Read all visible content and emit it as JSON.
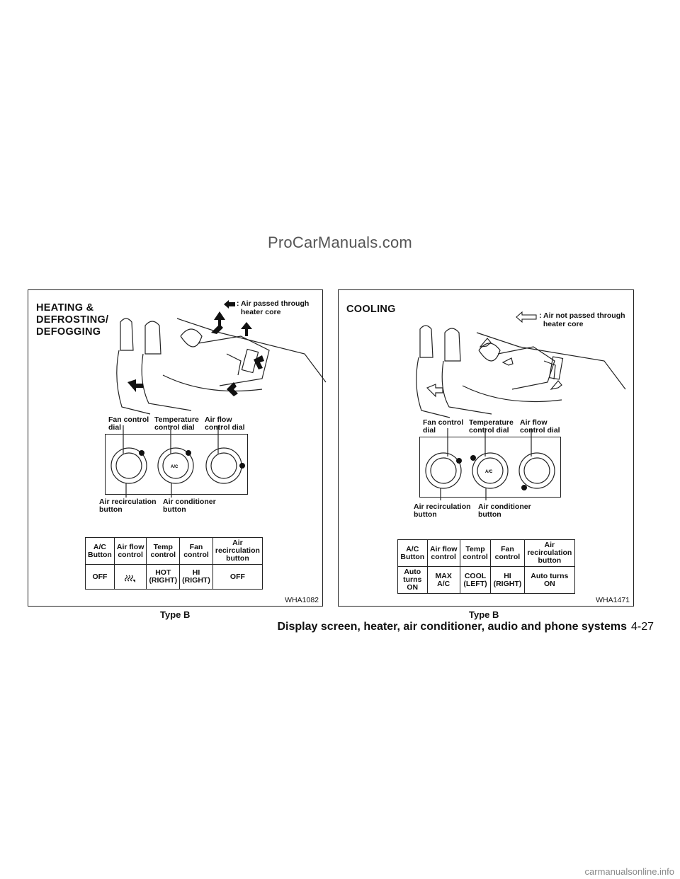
{
  "watermark_top": "ProCarManuals.com",
  "watermark_bottom": "carmanualsonline.info",
  "left": {
    "title": "HEATING &\nDEFROSTING/\nDEFOGGING",
    "legend": ": Air passed through\n  heater core",
    "callouts": {
      "fan": "Fan control\ndial",
      "temp": "Temperature\ncontrol dial",
      "airflow": "Air flow\ncontrol dial",
      "recirc": "Air recirculation\nbutton",
      "ac": "Air conditioner\nbutton"
    },
    "dial_label": "A/C",
    "table": {
      "headers": [
        "A/C\nButton",
        "Air flow\ncontrol",
        "Temp\ncontrol",
        "Fan\ncontrol",
        "Air\nrecirculation\nbutton"
      ],
      "row": [
        "OFF",
        "",
        "HOT\n(RIGHT)",
        "HI\n(RIGHT)",
        "OFF"
      ]
    },
    "figure_code": "WHA1082",
    "caption": "Type B"
  },
  "right": {
    "title": "COOLING",
    "legend": ": Air not passed through\n  heater core",
    "callouts": {
      "fan": "Fan control\ndial",
      "temp": "Temperature\ncontrol dial",
      "airflow": "Air flow\ncontrol dial",
      "recirc": "Air recirculation\nbutton",
      "ac": "Air conditioner\nbutton"
    },
    "dial_label": "A/C",
    "table": {
      "headers": [
        "A/C\nButton",
        "Air flow\ncontrol",
        "Temp\ncontrol",
        "Fan\ncontrol",
        "Air\nrecirculation\nbutton"
      ],
      "row": [
        "Auto\nturns\nON",
        "MAX\nA/C",
        "COOL\n(LEFT)",
        "HI\n(RIGHT)",
        "Auto turns\nON"
      ]
    },
    "figure_code": "WHA1471",
    "caption": "Type B"
  },
  "footer": {
    "section": "Display screen, heater, air conditioner, audio and phone systems",
    "page": "4-27"
  }
}
